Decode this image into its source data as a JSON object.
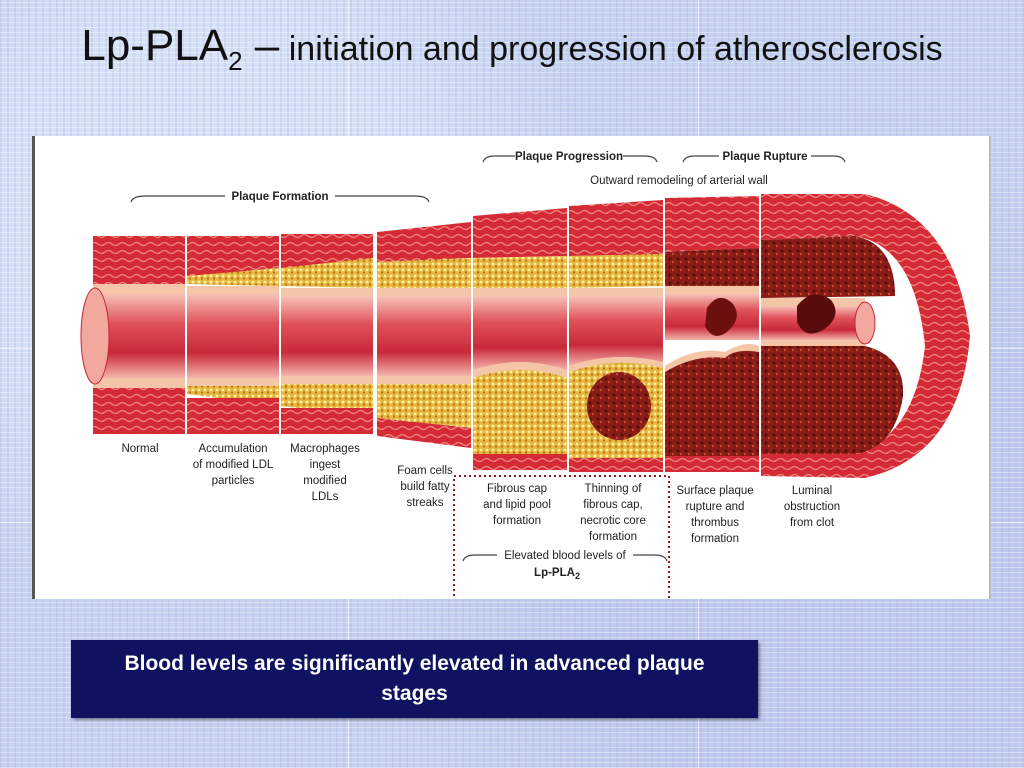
{
  "slide": {
    "title_main": "Lp-PLA",
    "title_sub": "2",
    "title_dash": " –",
    "title_rest": " initiation and progression of atherosclerosis",
    "callout": "Blood levels are significantly elevated in advanced plaque stages"
  },
  "diagram": {
    "headers": {
      "plaque_formation": "Plaque Formation",
      "plaque_progression": "Plaque Progression",
      "plaque_rupture": "Plaque Rupture",
      "outward_remodeling": "Outward remodeling of arterial wall"
    },
    "stage_labels": [
      [
        "Normal"
      ],
      [
        "Accumulation",
        "of modified LDL",
        "particles"
      ],
      [
        "Macrophages",
        "ingest",
        "modified",
        "LDLs"
      ],
      [
        "Foam cells",
        "build fatty",
        "streaks"
      ],
      [
        "Fibrous cap",
        "and lipid pool",
        "formation"
      ],
      [
        "Thinning of",
        "fibrous cap,",
        "necrotic core",
        "formation"
      ],
      [
        "Surface plaque",
        "rupture and",
        "thrombus",
        "formation"
      ],
      [
        "Luminal",
        "obstruction",
        "from clot"
      ]
    ],
    "elevated_label": "Elevated blood levels of",
    "elevated_marker": "Lp-PLA",
    "elevated_marker_sub": "2"
  }
}
